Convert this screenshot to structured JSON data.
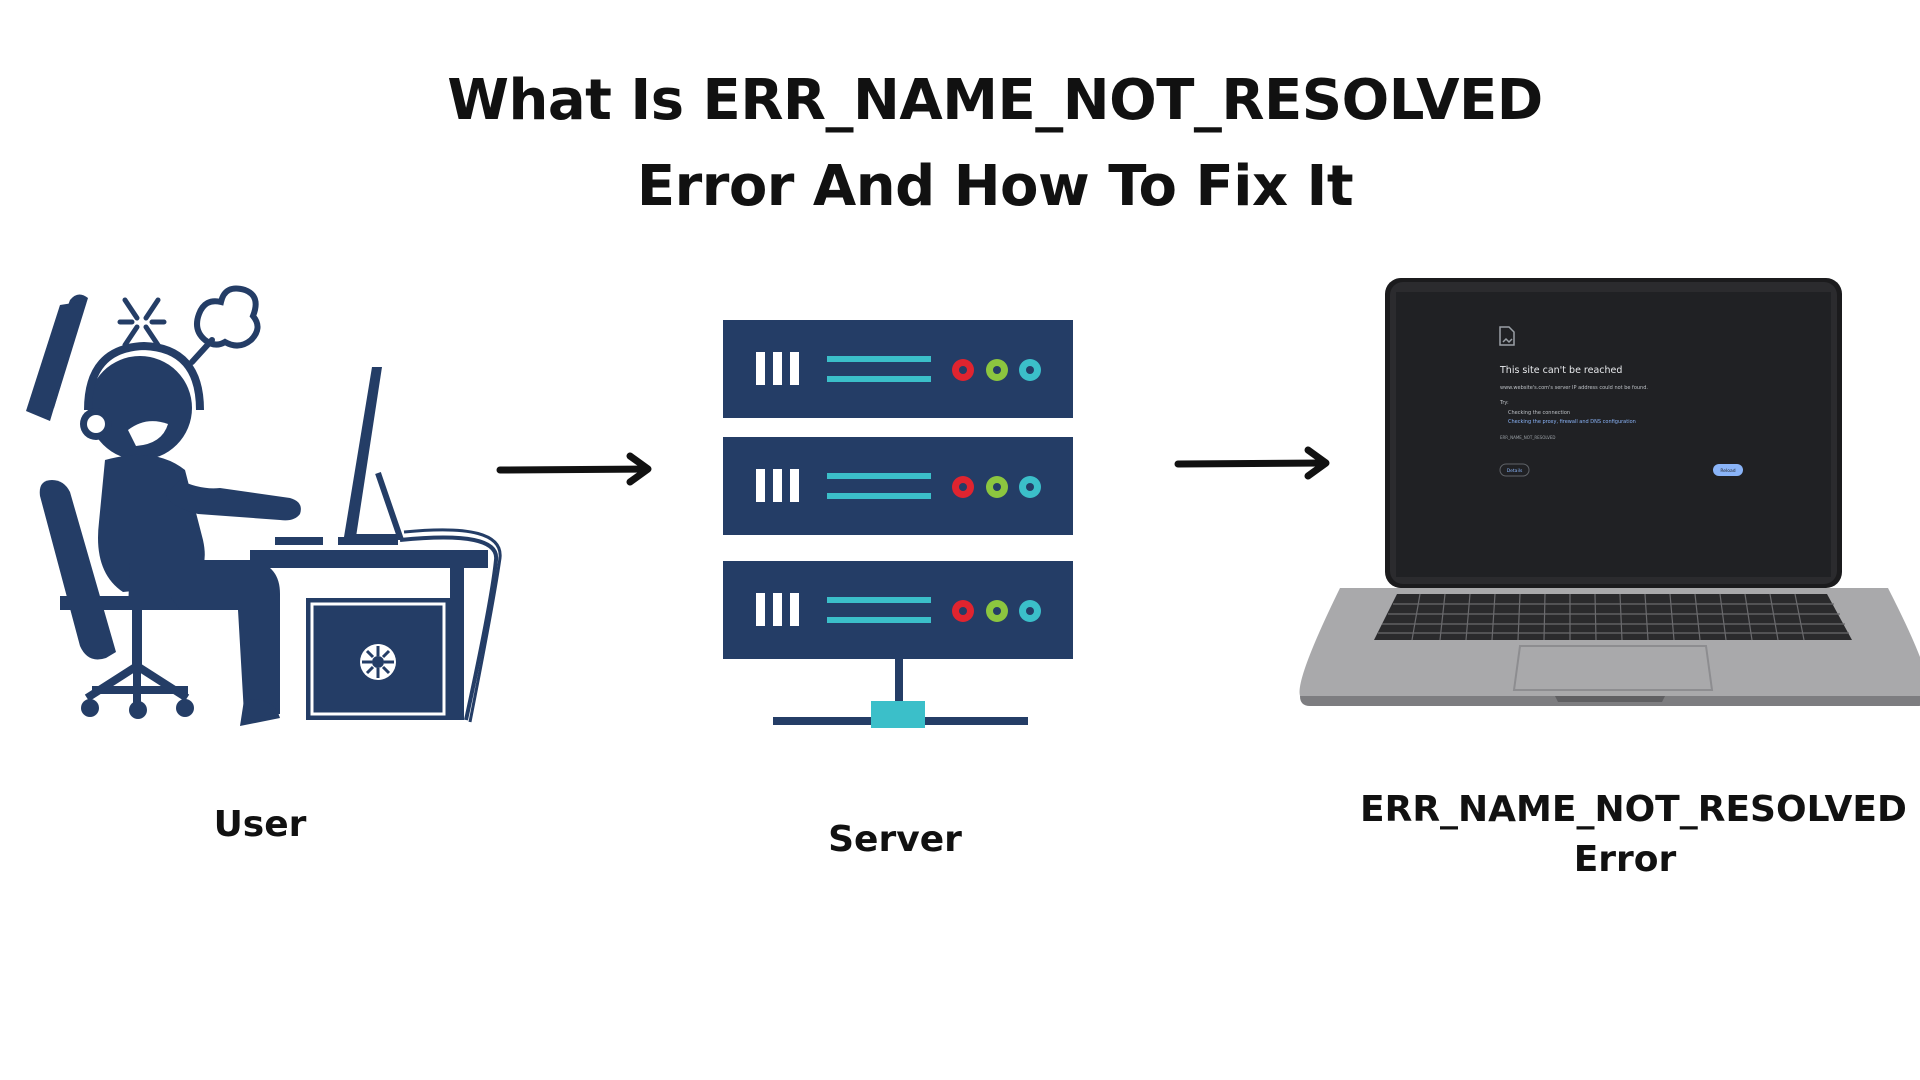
{
  "title": {
    "line1": "What Is ERR_NAME_NOT_RESOLVED",
    "line2": "Error And How To Fix It"
  },
  "nodes": {
    "user": "User",
    "server": "Server",
    "error_line1": "ERR_NAME_NOT_RESOLVED",
    "error_line2": "Error"
  },
  "browser_error": {
    "heading": "This site can't be reached",
    "message": "www.website's.com's server IP address could not be found.",
    "try_label": "Try:",
    "tip1": "Checking the connection",
    "tip2": "Checking the proxy, firewall and DNS configuration",
    "code": "ERR_NAME_NOT_RESOLVED",
    "details_button": "Details",
    "reload_button": "Reload"
  },
  "colors": {
    "navy": "#243d66",
    "teal": "#3bbfc9",
    "red": "#e0242f",
    "green": "#8cc63f",
    "screen": "#202124",
    "link": "#8ab4f8"
  }
}
